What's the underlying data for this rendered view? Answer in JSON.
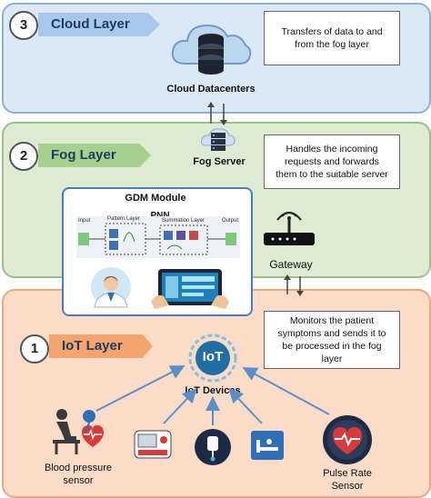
{
  "cloud_layer": {
    "number": "3",
    "title": "Cloud Layer",
    "note": "Transfers of data to and from the fog layer",
    "node_label": "Cloud Datacenters"
  },
  "fog_layer": {
    "number": "2",
    "title": "Fog Layer",
    "note": "Handles the incoming requests and forwards them to the suitable server",
    "server_label": "Fog Server",
    "gateway_label": "Gateway",
    "gdm_module": {
      "title": "GDM Module",
      "pnn_label": "PNN",
      "pattern_layer": "Pattern Layer",
      "summation_layer": "Summation Layer",
      "input": "Input",
      "output": "Output"
    }
  },
  "iot_layer": {
    "number": "1",
    "title": "IoT Layer",
    "note": "Monitors the patient symptoms and sends it to be processed in the fog layer",
    "hub_icon_text": "IoT",
    "hub_label": "IoT Devices",
    "sensor_bp_label": "Blood pressure sensor",
    "sensor_pulse_label": "Pulse Rate Sensor"
  },
  "colors": {
    "cloud_bg": "#dbe9f6",
    "fog_bg": "#dcebd2",
    "iot_bg": "#fbdcc8",
    "arrow": "#5b8fc9"
  }
}
